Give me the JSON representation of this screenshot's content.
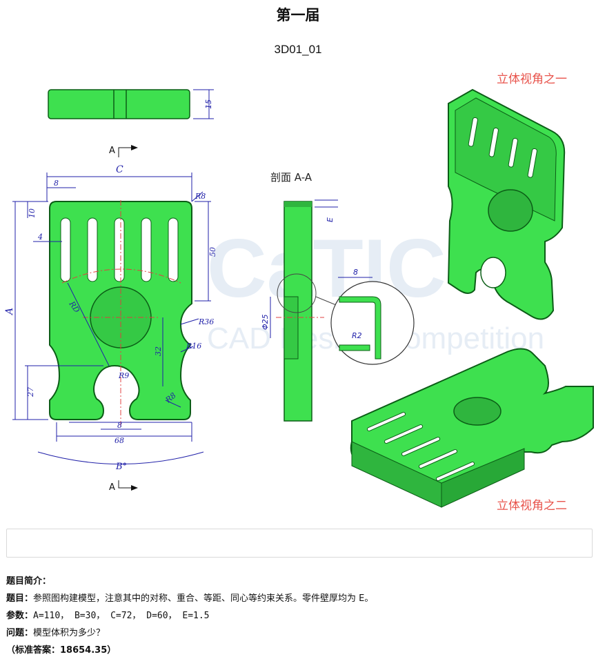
{
  "header": {
    "title": "第一届",
    "code": "3D01_01"
  },
  "drawing": {
    "view_label_1": "立体视角之一",
    "view_label_2": "立体视角之二",
    "section_title": "剖面 A-A",
    "section_mark_a": "A",
    "dims": {
      "d15": "15",
      "dC": "C",
      "d8a": "8",
      "dR8a": "R8",
      "d10": "10",
      "d4": "4",
      "d50": "50",
      "dA": "A",
      "dRD": "RD",
      "dR36": "R36",
      "dR16": "R16",
      "d32": "32",
      "dR9": "R9",
      "d27": "27",
      "dR8b": "R8",
      "d8b": "8",
      "d68": "68",
      "dB": "B°",
      "dE": "E",
      "d8c": "8",
      "dphi25": "Φ25",
      "dR2": "R2"
    },
    "watermark_big": "CaTIC",
    "watermark_small": "CAD Design Competition",
    "colors": {
      "part": "#3ee04f",
      "dim_line": "#1f1fa8",
      "center": "#e04040",
      "label_red": "#e8534b"
    }
  },
  "intro": {
    "heading": "题目简介：",
    "task_label": "题目：",
    "task_text": "参照图构建模型，注意其中的对称、重合、等距、同心等约束关系。零件壁厚均为 E。",
    "params_label": "参数：",
    "params_text": "A=110，  B=30，  C=72，  D=60，  E=1.5",
    "question_label": "问题：",
    "question_text": "模型体积为多少？",
    "answer_text": "（标准答案：18654.35）"
  }
}
